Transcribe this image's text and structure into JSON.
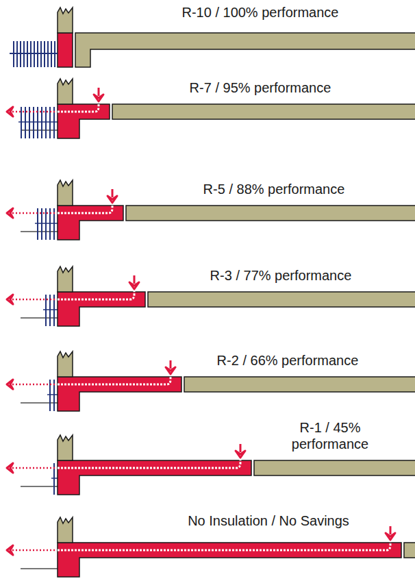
{
  "diagram": {
    "labels": [
      "R-10 / 100% performance",
      "R-7 / 95% performance",
      "R-5 / 88% performance",
      "R-3 / 77% performance",
      "R-2 / 66% performance",
      "R-1 / 45% performance",
      "No Insulation / No Savings"
    ]
  }
}
